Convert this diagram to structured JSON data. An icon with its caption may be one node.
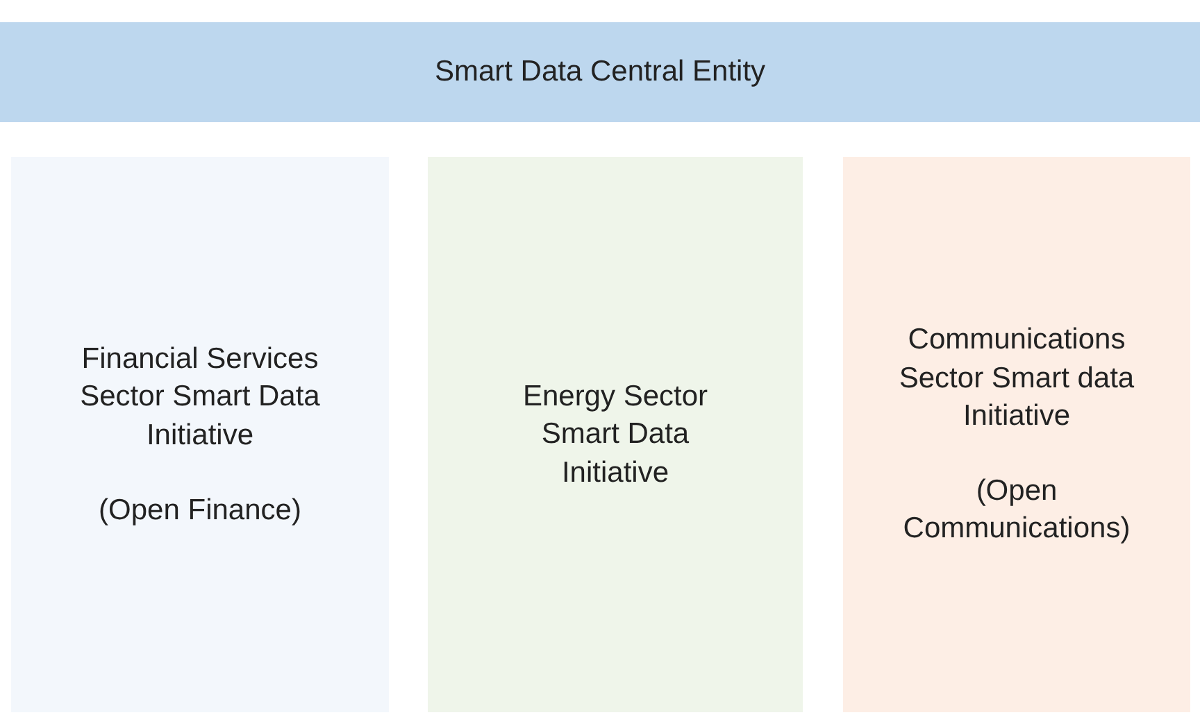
{
  "diagram": {
    "nodes": [
      {
        "text": [
          "Smart Data Central Entity"
        ]
      },
      {
        "text": [
          "Financial Services Sector Smart Data Initiative",
          "(Open Finance)"
        ]
      },
      {
        "text": [
          "Energy Sector Smart Data Initiative"
        ]
      },
      {
        "text": [
          "Communications Sector Smart data Initiative",
          "(Open Communications)"
        ]
      }
    ],
    "edges": []
  }
}
